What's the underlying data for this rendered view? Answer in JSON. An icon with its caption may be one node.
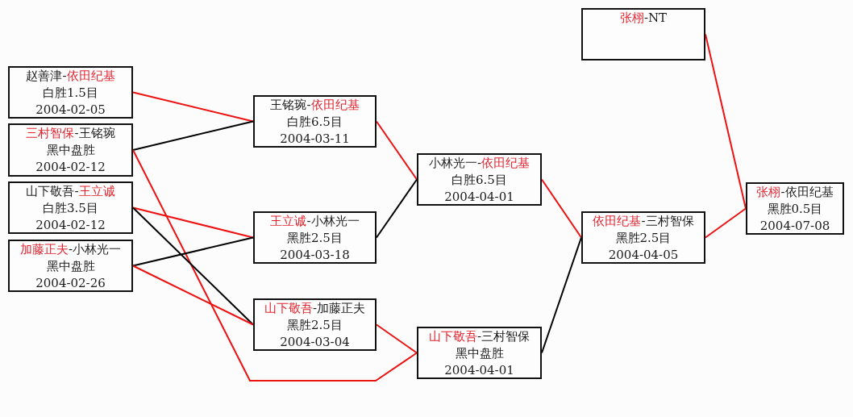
{
  "diagram": {
    "nodes": [
      {
        "text": [
          "赵善津-**依田纪基**",
          "白胜1.5目",
          "2004-02-05"
        ]
      },
      {
        "text": [
          "**三村智保**-王铭琬",
          "黑中盘胜",
          "2004-02-12"
        ]
      },
      {
        "text": [
          "山下敬吾-**王立诚**",
          "白胜3.5目",
          "2004-02-12"
        ]
      },
      {
        "text": [
          "**加藤正夫**-小林光一",
          "黑中盘胜",
          "2004-02-26"
        ]
      },
      {
        "text": [
          "王铭琬-**依田纪基**",
          "白胜6.5目",
          "2004-03-11"
        ]
      },
      {
        "text": [
          "**王立诚**-小林光一",
          "黑胜2.5目",
          "2004-03-18"
        ]
      },
      {
        "text": [
          "**山下敬吾**-加藤正夫",
          "黑胜2.5目",
          "2004-03-04"
        ]
      },
      {
        "text": [
          "小林光一-**依田纪基**",
          "白胜6.5目",
          "2004-04-01"
        ]
      },
      {
        "text": [
          "**山下敬吾**-三村智保",
          "黑中盘胜",
          "2004-04-01"
        ]
      },
      {
        "text": [
          "**张栩**-NT"
        ]
      },
      {
        "text": [
          "**依田纪基**-三村智保",
          "黑胜2.5目",
          "2004-04-05"
        ]
      },
      {
        "text": [
          "**张栩**-依田纪基",
          "黑胜0.5目",
          "2004-07-08"
        ]
      }
    ],
    "edges": [
      {
        "from": 0,
        "to": 4,
        "arrow": "none"
      },
      {
        "from": 1,
        "to": 4,
        "arrow": "none",
        "color": "#000000"
      },
      {
        "from": 1,
        "to": 8,
        "arrow": "none"
      },
      {
        "from": 2,
        "to": 5,
        "arrow": "none"
      },
      {
        "from": 2,
        "to": 6,
        "arrow": "none",
        "color": "#000000"
      },
      {
        "from": 3,
        "to": 5,
        "arrow": "none",
        "color": "#000000"
      },
      {
        "from": 3,
        "to": 6,
        "arrow": "none"
      },
      {
        "from": 4,
        "to": 7,
        "arrow": "none"
      },
      {
        "from": 5,
        "to": 7,
        "arrow": "none",
        "color": "#000000"
      },
      {
        "from": 6,
        "to": 8,
        "arrow": "none"
      },
      {
        "from": 7,
        "to": 10,
        "arrow": "none"
      },
      {
        "from": 8,
        "to": 10,
        "arrow": "none",
        "color": "#000000"
      },
      {
        "from": 9,
        "to": 11,
        "arrow": "none"
      },
      {
        "from": 10,
        "to": 11,
        "arrow": "none"
      }
    ]
  }
}
